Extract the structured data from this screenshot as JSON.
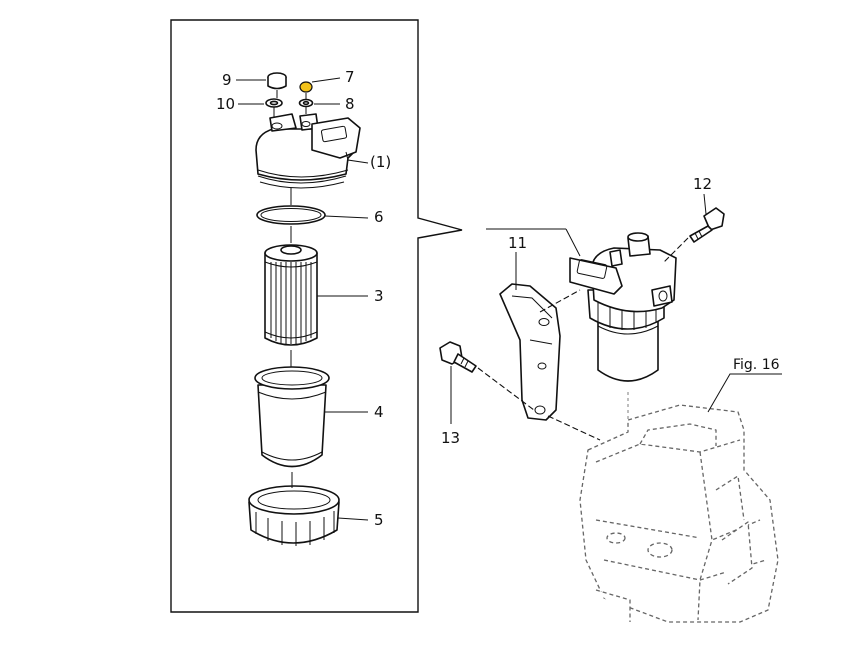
{
  "labels": {
    "p9": "9",
    "p7": "7",
    "p10": "10",
    "p8": "8",
    "p1": "(1)",
    "p6": "6",
    "p3": "3",
    "p4": "4",
    "p5": "5",
    "p12": "12",
    "p11": "11",
    "p13": "13",
    "fig": "Fig. 16"
  },
  "colors": {
    "highlight": "#f2c21b",
    "line": "#111111"
  }
}
